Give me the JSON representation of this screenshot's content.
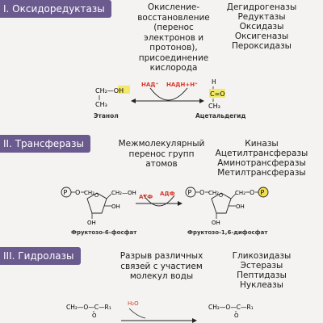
{
  "sections": [
    {
      "title": "I. Оксидоредуктазы",
      "description": [
        "Окисление-",
        "восстановление",
        "(перенос",
        "электронов и",
        "протонов),",
        "присоединение",
        "кислорода"
      ],
      "enzymes": [
        "Дегидрогеназы",
        "Редуктазы",
        "Оксидазы",
        "Оксигеназы",
        "Пероксидазы"
      ],
      "reaction": {
        "left_formula_top": "CH₂—OH",
        "left_formula_bottom": "CH₃",
        "left_name": "Этанол",
        "cofactor_in": "НАД⁺",
        "cofactor_out": "НАДН+Н⁺",
        "right_formula_h": "H",
        "right_formula_c": "C=O",
        "right_formula_bottom": "CH₃",
        "right_name": "Ацетальдегид"
      }
    },
    {
      "title": "II. Трансферазы",
      "description": [
        "Межмолекулярный",
        "перенос групп",
        "атомов"
      ],
      "enzymes": [
        "Киназы",
        "Ацетилтрансферазы",
        "Аминотрансферазы",
        "Метилтрансферазы"
      ],
      "reaction": {
        "cofactor_in": "АТФ",
        "cofactor_out": "АДФ",
        "left_name": "Фруктозо-6-фосфат",
        "right_name": "Фруктозо-1,6-дифосфат",
        "phosphate": "P",
        "o_link": "O",
        "ch2": "CH₂",
        "ch2oh": "CH₂—OH",
        "oh": "OH",
        "o_ring": "O"
      }
    },
    {
      "title": "III. Гидролазы",
      "description": [
        "Разрыв различных",
        "связей с участием",
        "молекул воды"
      ],
      "enzymes": [
        "Гликозидазы",
        "Эстеразы",
        "Пептидазы",
        "Нуклеазы"
      ],
      "reaction": {
        "water": "H₂O",
        "left_formula": "CH₂—O—C—R₁",
        "right_formula": "CH₂—O—C—R₁",
        "carbonyl_o": "O"
      }
    }
  ],
  "colors": {
    "badge": "#6a5a8e",
    "background": "#f4f3f1",
    "highlight_yellow": "#f2e86a",
    "cofactor_red": "#d6392b",
    "phosphate_yellow": "#f4e04d"
  }
}
